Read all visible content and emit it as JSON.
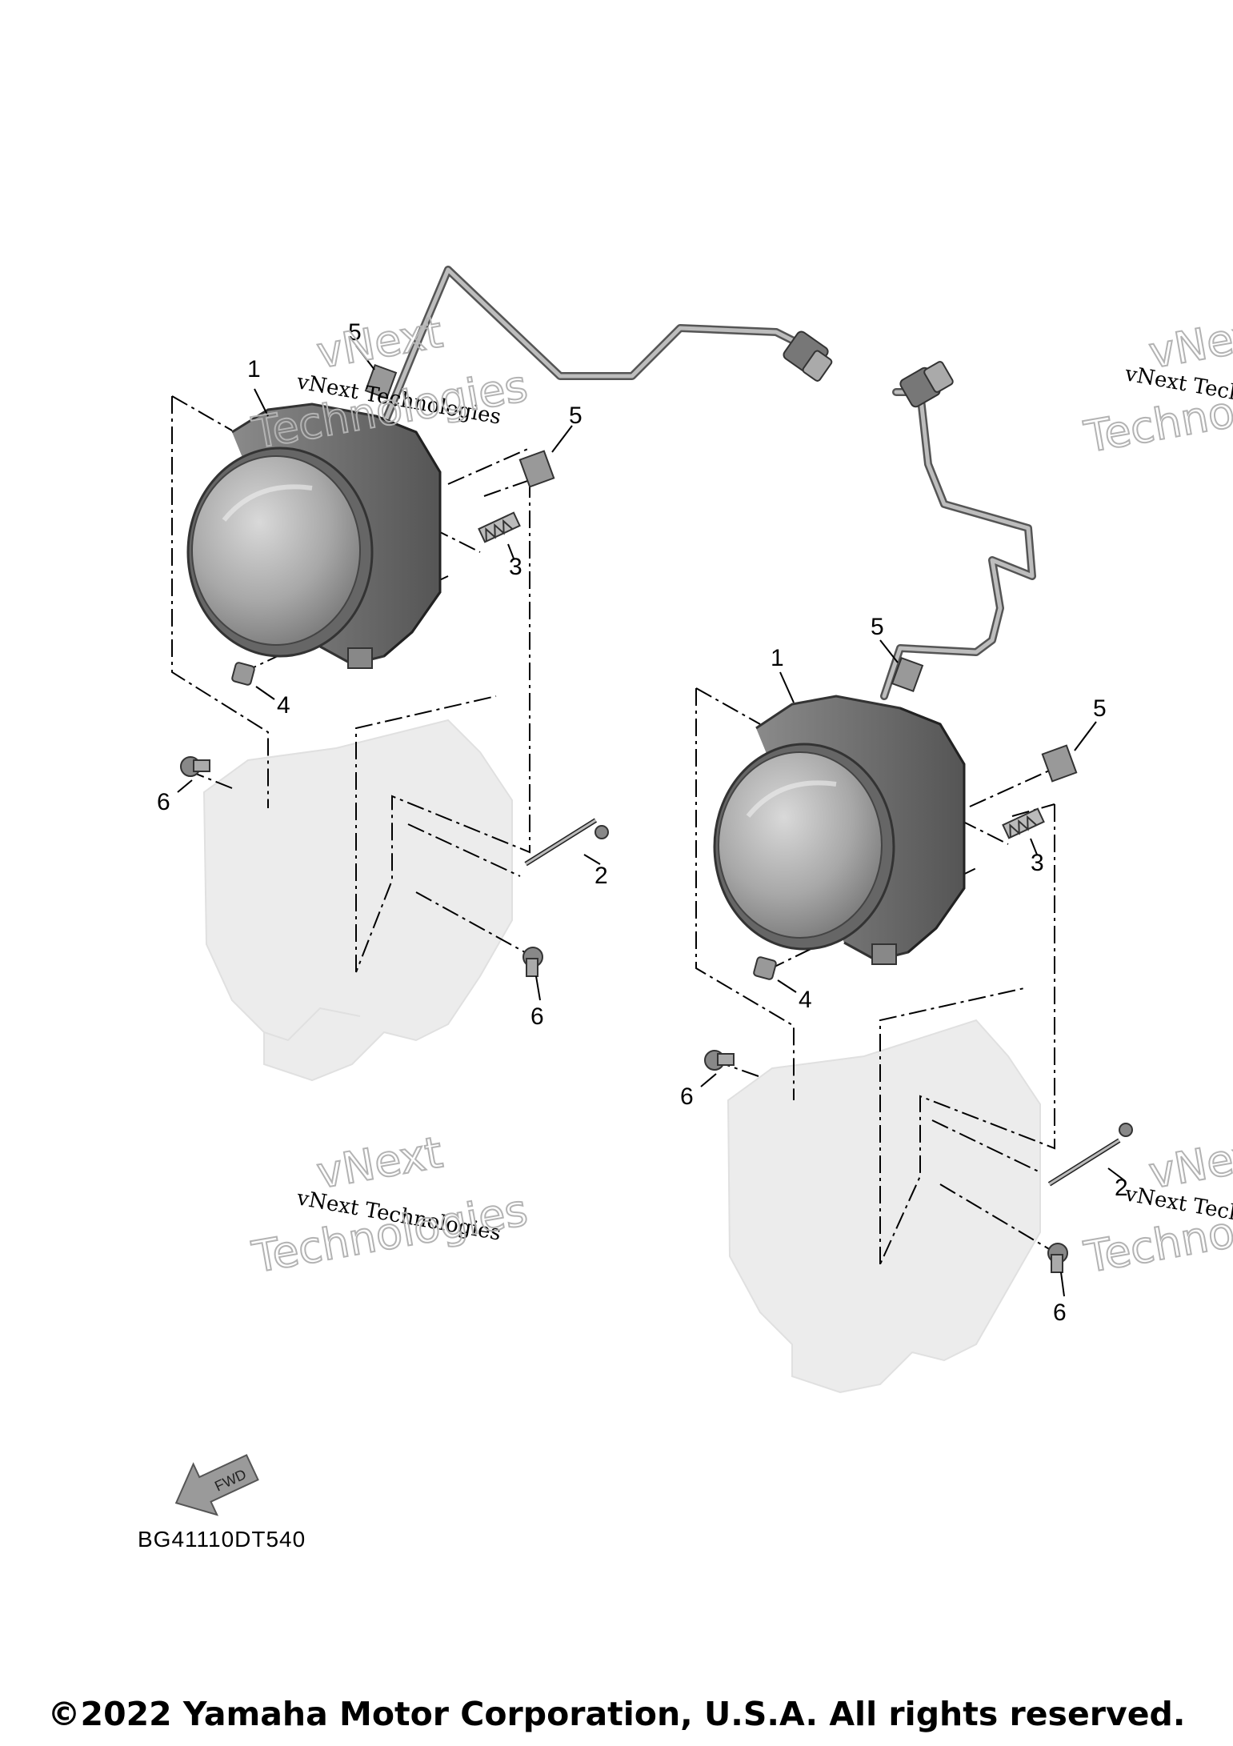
{
  "figure": {
    "drawing_code": "BG41110DT540",
    "copyright": "©2022 Yamaha Motor Corporation, U.S.A. All rights reserved.",
    "fwd_arrow_label": "FWD"
  },
  "watermark": {
    "line1": "vNext Technologies",
    "line2a": "vNext",
    "line2b": "Technologies"
  },
  "callouts": {
    "left": {
      "lamp": "1",
      "bolt": "2",
      "spring": "3",
      "nut": "4",
      "clip_top": "5",
      "clip_side": "5",
      "screw_left": "6",
      "screw_bottom": "6"
    },
    "right": {
      "lamp": "1",
      "bolt": "2",
      "spring": "3",
      "nut": "4",
      "clip_top": "5",
      "clip_side": "5",
      "screw_left": "6",
      "screw_bottom": "6"
    }
  }
}
